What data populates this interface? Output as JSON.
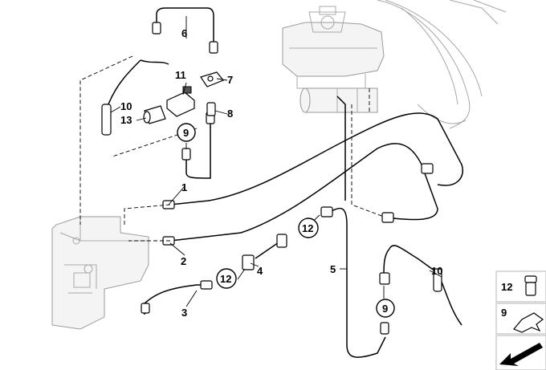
{
  "callouts": {
    "c1": "1",
    "c2": "2",
    "c3": "3",
    "c4": "4",
    "c5": "5",
    "c6": "6",
    "c7": "7",
    "c8": "8",
    "c9": "9",
    "c10": "10",
    "c11": "11",
    "c13": "13",
    "c9b": "9",
    "c10b": "10",
    "c12a": "12",
    "c12b": "12"
  },
  "legend": {
    "item12": "12",
    "item9": "9"
  },
  "colors": {
    "line": "#000000",
    "ghost": "#a8a8a8",
    "legend_border": "#b5b5b5",
    "arrow": "#000000"
  }
}
